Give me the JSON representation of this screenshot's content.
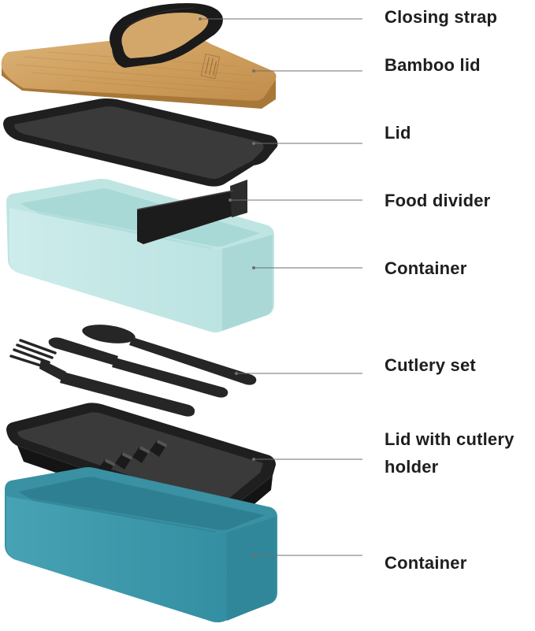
{
  "diagram": {
    "labels": {
      "closing_strap": "Closing strap",
      "bamboo_lid": "Bamboo lid",
      "lid": "Lid",
      "food_divider": "Food divider",
      "container_top": "Container",
      "cutlery_set": "Cutlery set",
      "lid_cutlery_line1": "Lid with cutlery",
      "lid_cutlery_line2": "holder",
      "container_bottom": "Container"
    },
    "colors": {
      "bamboo": "#d2a86b",
      "black_plastic": "#2a2a2a",
      "light_container": "#c3e7e5",
      "dark_container": "#3c97a9",
      "leader_line": "#6f6f6f",
      "label_text": "#1e1e1e"
    }
  }
}
